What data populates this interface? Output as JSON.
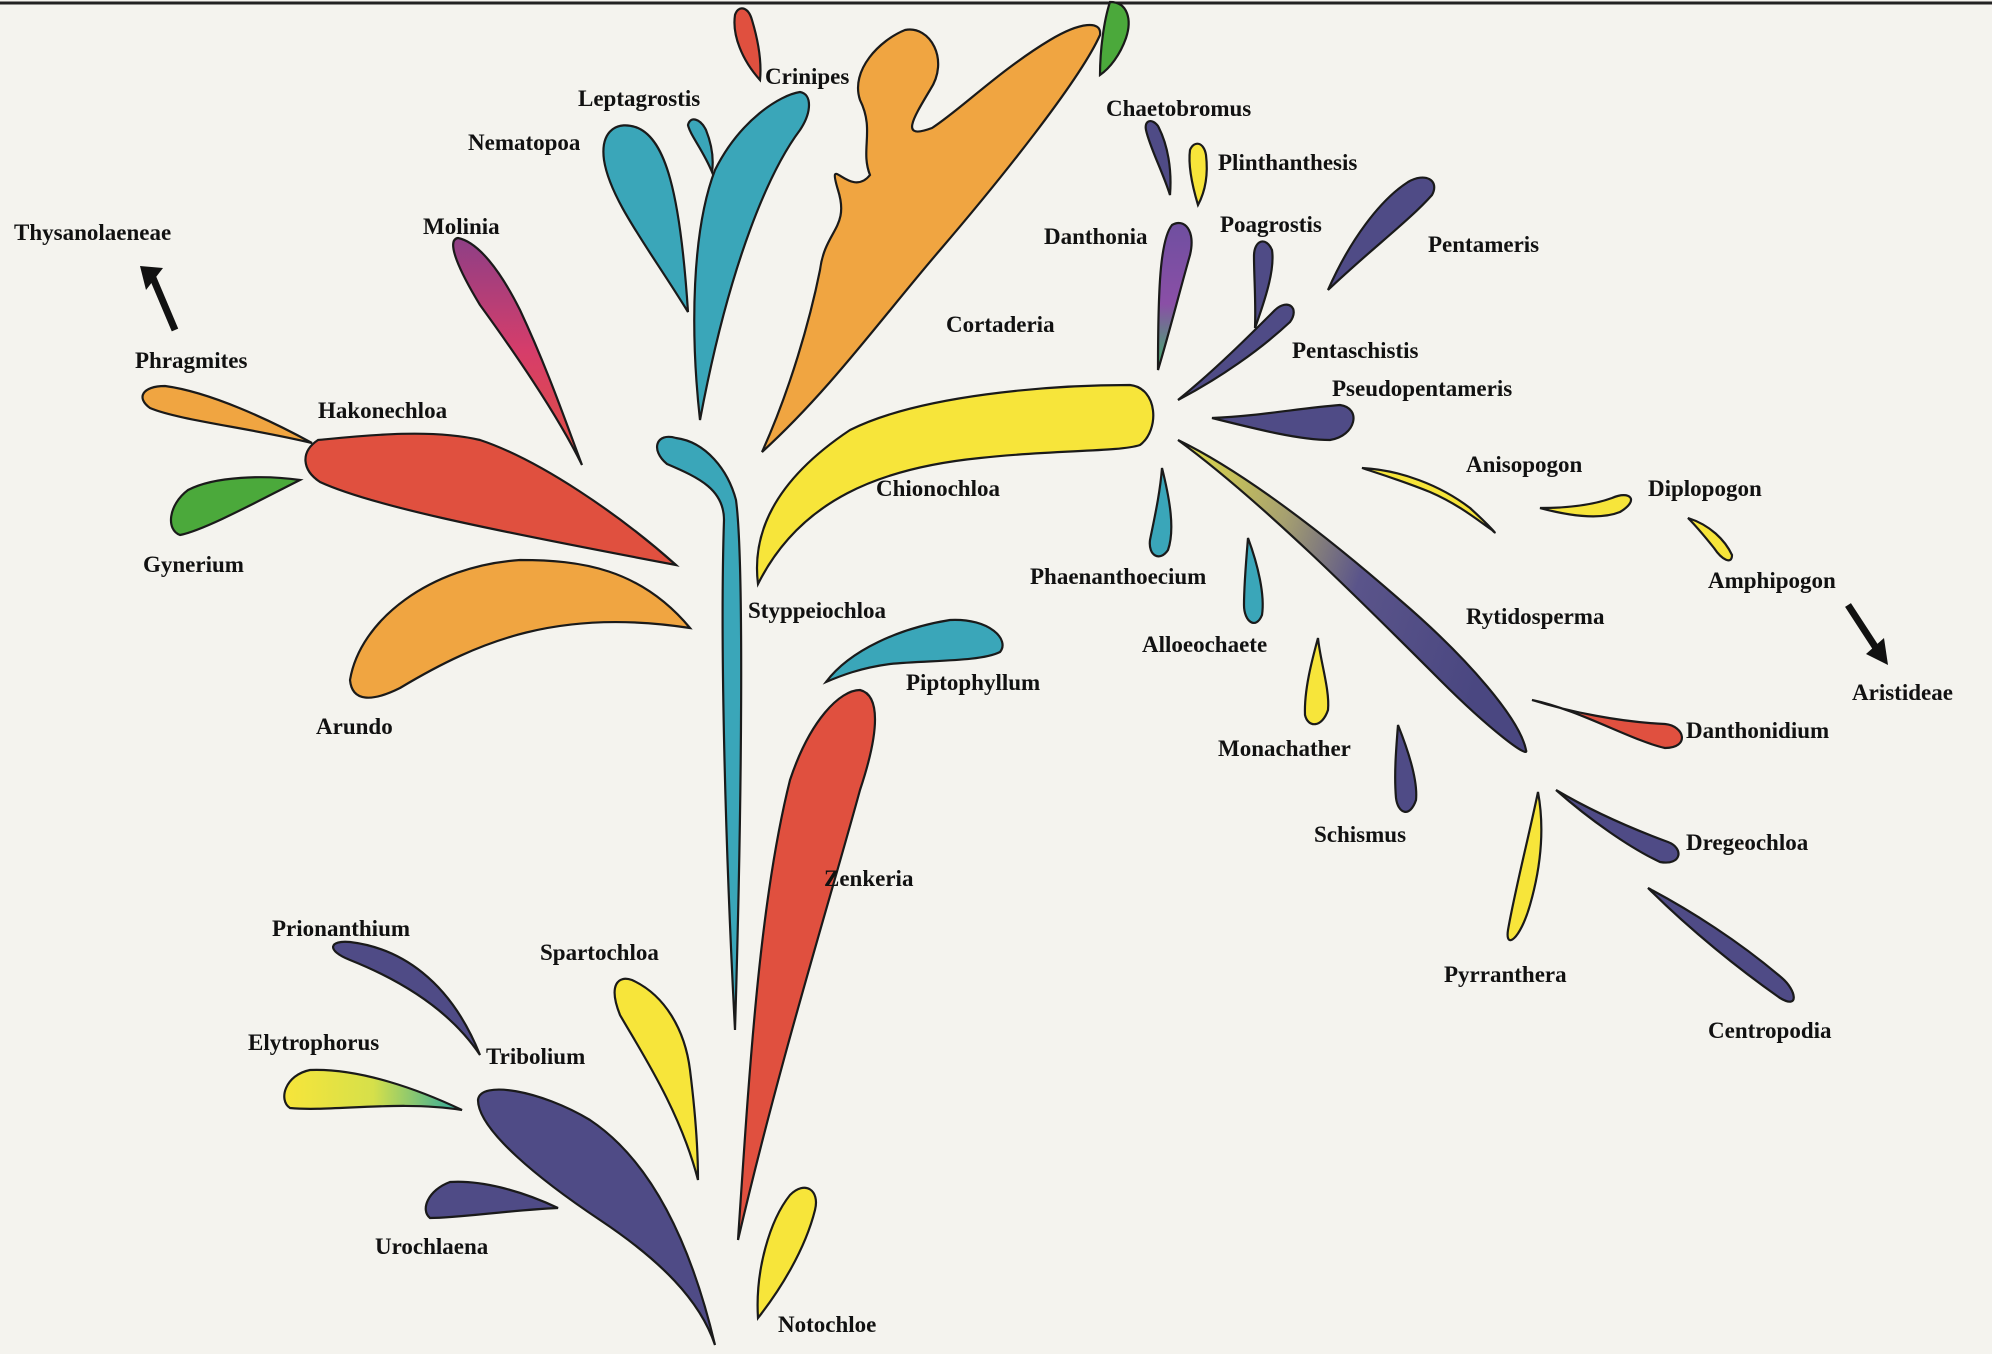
{
  "colors": {
    "orange": "#f0a541",
    "red": "#e0503f",
    "blue": "#3aa6b9",
    "yellow": "#f7e53a",
    "purple": "#4f4b86",
    "green": "#4ba93b",
    "magenta": "#cf3f7a",
    "background": "#f4f3ee"
  },
  "labels": {
    "thysanolaeneae": "Thysanolaeneae",
    "phragmites": "Phragmites",
    "hakonechloa": "Hakonechloa",
    "gynerium": "Gynerium",
    "molinia": "Molinia",
    "nematopoa": "Nematopoa",
    "leptagrostis": "Leptagrostis",
    "crinipes": "Crinipes",
    "cortaderia": "Cortaderia",
    "arundo": "Arundo",
    "chionochloa": "Chionochloa",
    "styppeiochloa": "Styppeiochloa",
    "piptophyllum": "Piptophyllum",
    "zenkeria": "Zenkeria",
    "prionanthium": "Prionanthium",
    "spartochloa": "Spartochloa",
    "elytrophorus": "Elytrophorus",
    "tribolium": "Tribolium",
    "urochlaena": "Urochlaena",
    "notochloe": "Notochloe",
    "chaetobromus": "Chaetobromus",
    "plinthanthesis": "Plinthanthesis",
    "danthonia": "Danthonia",
    "poagrostis": "Poagrostis",
    "pentameris": "Pentameris",
    "pentaschistis": "Pentaschistis",
    "pseudopentameris": "Pseudopentameris",
    "anisopogon": "Anisopogon",
    "diplopogon": "Diplopogon",
    "amphipogon": "Amphipogon",
    "aristideae": "Aristideae",
    "phaenanthoecium": "Phaenanthoecium",
    "alloeochaete": "Alloeochaete",
    "rytidosperma": "Rytidosperma",
    "monachather": "Monachather",
    "danthonidium": "Danthonidium",
    "schismus": "Schismus",
    "dregeochloa": "Dregeochloa",
    "pyrranthera": "Pyrranthera",
    "centropodia": "Centropodia"
  }
}
